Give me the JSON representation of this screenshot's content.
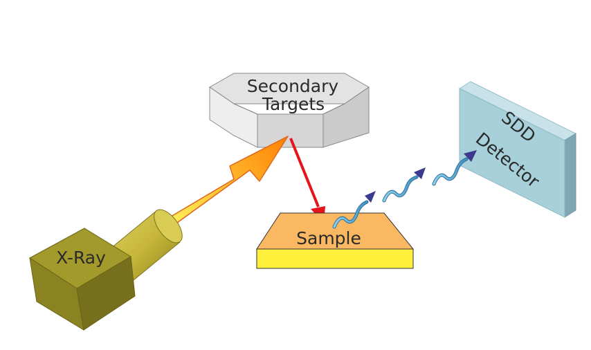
{
  "components": {
    "xray_source": {
      "label": "X-Ray"
    },
    "secondary_targets": {
      "line1": "Secondary",
      "line2": "Targets"
    },
    "sample": {
      "label": "Sample"
    },
    "detector": {
      "line1": "SDD",
      "line2": "Detector"
    }
  },
  "colors": {
    "xray_body": "#a39a2c",
    "xray_tube": "#c6b63a",
    "beam_gradient_start": "#ffee58",
    "beam_gradient_end": "#ff7f00",
    "target_top": "#e3e3e3",
    "target_side": "#cfcfcf",
    "reflected_beam": "#e5141b",
    "sample_top": "#fbb862",
    "sample_base": "#fff03c",
    "fluorescence_wave": "#5fb8dd",
    "fluorescence_arrowhead": "#3b3a8f",
    "detector_face": "#a7d0da",
    "detector_side": "#7fa7b3"
  }
}
